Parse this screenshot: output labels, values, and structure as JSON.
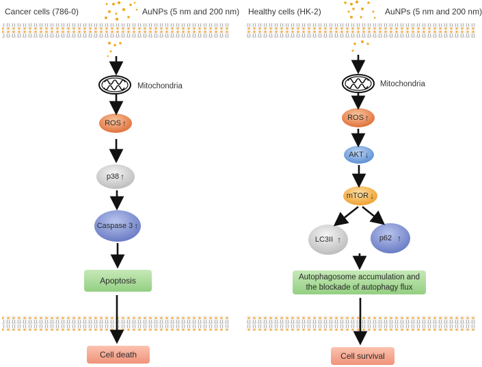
{
  "left_panel": {
    "title": "Cancer cells (786-0)",
    "nanoparticle_label": "AuNPs (5 nm and 200 nm)",
    "organelle_label": "Mitochondria",
    "nodes": [
      {
        "id": "ros",
        "label": "ROS",
        "change": "↑",
        "change_meaning": "up",
        "color": "#e8844a"
      },
      {
        "id": "p38",
        "label": "p38",
        "change": "↑",
        "change_meaning": "up",
        "color": "#d4d4d4"
      },
      {
        "id": "caspase3",
        "label": "Caspase 3",
        "change": "↑",
        "change_meaning": "up",
        "color": "#7d8fd0"
      }
    ],
    "process_box": {
      "label": "Apoptosis",
      "color": "#a8d99a"
    },
    "outcome_box": {
      "label": "Cell death",
      "color": "#f4a58c"
    }
  },
  "right_panel": {
    "title": "Healthy cells (HK-2)",
    "nanoparticle_label": "AuNPs (5 nm and 200 nm)",
    "organelle_label": "Mitochondria",
    "nodes": [
      {
        "id": "ros",
        "label": "ROS",
        "change": "↑",
        "change_meaning": "up",
        "color": "#e8844a"
      },
      {
        "id": "akt",
        "label": "AKT",
        "change": "↓",
        "change_meaning": "down",
        "color": "#7fa9e0"
      },
      {
        "id": "mtor",
        "label": "mTOR",
        "change": "↓",
        "change_meaning": "down",
        "color": "#f5b451"
      },
      {
        "id": "lc3ii",
        "label": "LC3II",
        "change": "↑",
        "change_meaning": "up",
        "color": "#d4d4d4"
      },
      {
        "id": "p62",
        "label": "p62",
        "change": "↑",
        "change_meaning": "up",
        "color": "#7d8fd0"
      }
    ],
    "process_box": {
      "label_line1": "Autophagosome accumulation and",
      "label_line2": "the blockade of autophagy flux",
      "color": "#a8d99a"
    },
    "outcome_box": {
      "label": "Cell survival",
      "color": "#f4a58c"
    }
  },
  "colors": {
    "membrane_head": "#f0b860",
    "membrane_tail": "#b8b8b8",
    "nanoparticle": "#f0a820",
    "arrow": "#111111"
  }
}
